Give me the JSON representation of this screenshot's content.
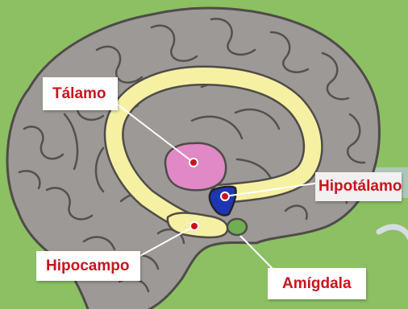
{
  "diagram": {
    "colors": {
      "background": "#8cc063",
      "brain": "#9d9996",
      "brain_outline": "#4f4b49",
      "limbic": "#f6f0a2",
      "thalamus": "#e089c6",
      "hypothalamus": "#1f36b4",
      "amygdala": "#6fae53",
      "label_text": "#c8141e",
      "label_bg": "#ffffff",
      "marker": "#c8141e"
    },
    "labels": {
      "thalamus": "Tálamo",
      "hypothalamus": "Hipotálamo",
      "hippocampus": "Hipocampo",
      "amygdala": "Amígdala"
    }
  }
}
